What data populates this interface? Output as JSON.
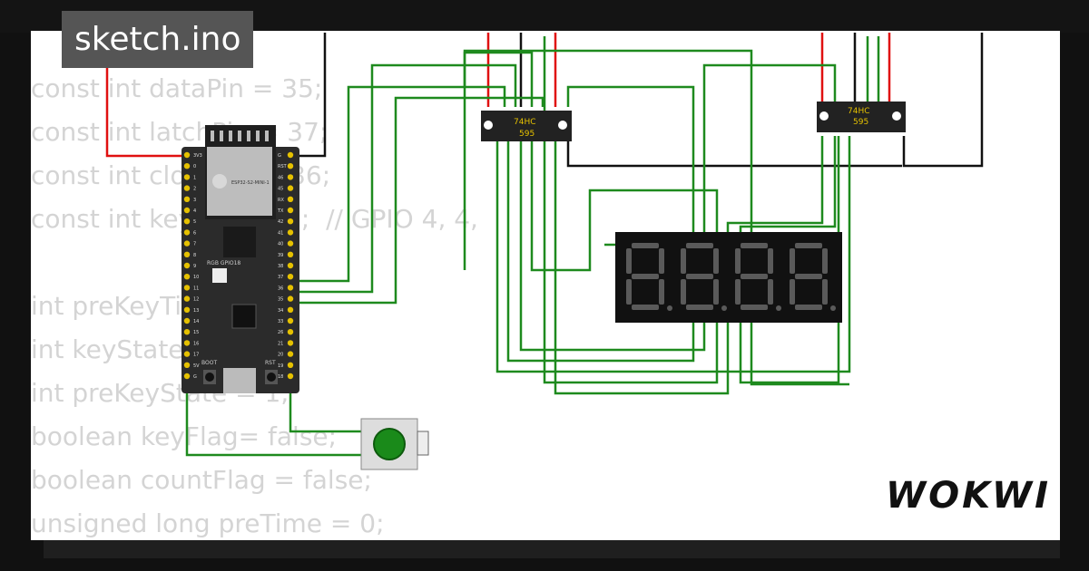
{
  "title": "sketch.ino",
  "brand": "WOKWI",
  "code_lines": [
    "const int dataPin = 35;",
    "const int latchPin = 37;",
    "const int clockPin = 36;",
    "const int keyPin = 18;  // GPIO 4, 4,",
    "",
    "int preKeyTime = 0;",
    "int keyState = 1;",
    "int preKeyState = 1;",
    "boolean keyFlag= false;",
    "boolean countFlag = false;",
    "unsigned long preTime = 0;"
  ],
  "board": {
    "module_label": "ESP32-S2-MINI-1",
    "led_label": "RGB GPIO18",
    "boot_label": "BOOT",
    "rst_label": "RST",
    "left_pins": [
      "3V3",
      "0",
      "1",
      "2",
      "3",
      "4",
      "5",
      "6",
      "7",
      "8",
      "9",
      "10",
      "11",
      "12",
      "13",
      "14",
      "15",
      "16",
      "17",
      "5V",
      "G"
    ],
    "right_pins": [
      "G",
      "RST",
      "46",
      "45",
      "RX",
      "TX",
      "42",
      "41",
      "40",
      "39",
      "38",
      "37",
      "36",
      "35",
      "34",
      "33",
      "26",
      "21",
      "20",
      "19",
      "18"
    ]
  },
  "chips": [
    {
      "line1": "74HC",
      "line2": "595"
    },
    {
      "line1": "74HC",
      "line2": "595"
    }
  ],
  "display": {
    "digits": 4
  },
  "colors": {
    "wire_green": "#1e8a1e",
    "wire_red": "#e01010",
    "wire_black": "#111111",
    "board": "#2b2b2b",
    "pin": "#e5c100",
    "button": "#1a8a1a"
  }
}
